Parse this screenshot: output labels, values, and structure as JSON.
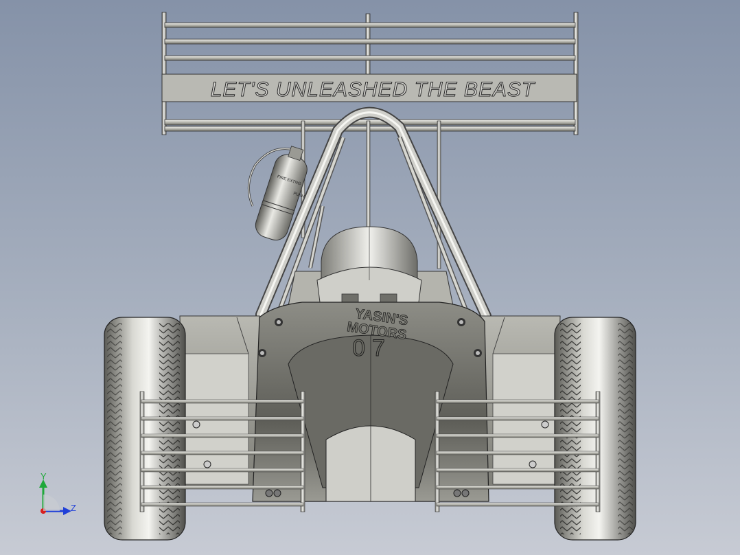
{
  "viewport": {
    "background_top": "#8592a8",
    "background_bottom": "#c7cbd4"
  },
  "model": {
    "wing_slogan": "LET'S UNLEASHED THE BEAST",
    "nose_brand_line1": "YASIN'S",
    "nose_brand_line2": "MOTORS",
    "car_number": "07",
    "extinguisher_label_left": "FIRE EXTNG",
    "extinguisher_label_right": "PUSH"
  },
  "triad": {
    "y_label": "Y",
    "z_label": "Z",
    "y_color": "#1fa83a",
    "z_color": "#1f3fd8",
    "x_color": "#d81f1f"
  }
}
